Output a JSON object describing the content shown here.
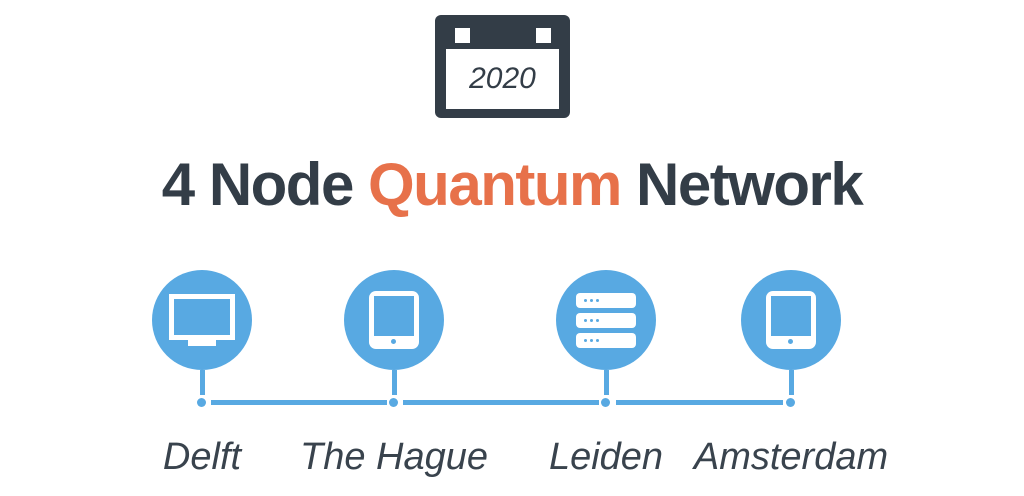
{
  "calendar": {
    "year": "2020"
  },
  "title": {
    "prefix": "4 Node",
    "highlight": "Quantum",
    "suffix": "Network"
  },
  "timeline": {
    "nodes": [
      {
        "label": "Delft",
        "icon": "monitor-icon"
      },
      {
        "label": "The Hague",
        "icon": "tablet-icon"
      },
      {
        "label": "Leiden",
        "icon": "server-icon"
      },
      {
        "label": "Amsterdam",
        "icon": "tablet-icon"
      }
    ]
  },
  "colors": {
    "accent_blue": "#58a9e2",
    "accent_orange": "#e7714a",
    "dark": "#333d47"
  }
}
